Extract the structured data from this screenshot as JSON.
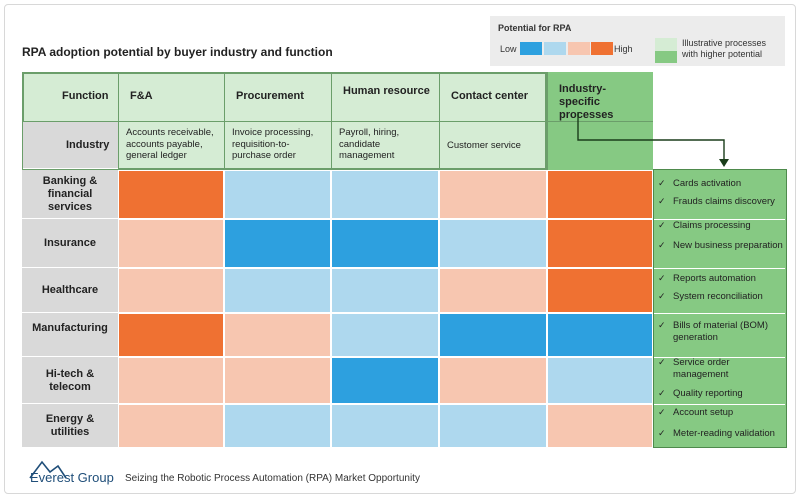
{
  "title": "RPA adoption potential by buyer industry and function",
  "legend": {
    "title": "Potential for RPA",
    "low": "Low",
    "high": "High",
    "scale_colors": [
      "#2da0df",
      "#aed8ee",
      "#f7c6b0",
      "#ef7132"
    ],
    "illustrative": "Illustrative processes with higher potential",
    "illustrative_colors": [
      "#d5ecd4",
      "#86c983"
    ]
  },
  "header": {
    "function_label": "Function",
    "industry_label": "Industry"
  },
  "chart_data": {
    "type": "heatmap",
    "title": "RPA adoption potential by buyer industry and function",
    "scale": [
      "low",
      "low-medium",
      "medium-high",
      "high"
    ],
    "functions": [
      {
        "name": "F&A",
        "examples": "Accounts receivable, accounts payable, general ledger"
      },
      {
        "name": "Procurement",
        "examples": "Invoice processing, requisition-to-purchase order"
      },
      {
        "name": "Human resource",
        "examples": "Payroll, hiring, candidate management"
      },
      {
        "name": "Contact center",
        "examples": "Customer service"
      },
      {
        "name": "Industry-specific processes",
        "examples": ""
      }
    ],
    "industries": [
      {
        "name": "Banking & financial services",
        "levels": [
          4,
          2,
          2,
          3,
          4
        ],
        "processes": [
          "Cards activation",
          "Frauds claims discovery"
        ]
      },
      {
        "name": "Insurance",
        "levels": [
          3,
          1,
          1,
          2,
          4
        ],
        "processes": [
          "Claims processing",
          "New business preparation"
        ]
      },
      {
        "name": "Healthcare",
        "levels": [
          3,
          2,
          2,
          3,
          4
        ],
        "processes": [
          "Reports automation",
          "System reconciliation"
        ]
      },
      {
        "name": "Manufacturing",
        "levels": [
          4,
          3,
          2,
          1,
          1
        ],
        "processes": [
          "Bills of material (BOM) generation"
        ]
      },
      {
        "name": "Hi-tech & telecom",
        "levels": [
          3,
          3,
          1,
          3,
          2
        ],
        "processes": [
          "Service order management",
          "Quality reporting"
        ]
      },
      {
        "name": "Energy & utilities",
        "levels": [
          3,
          2,
          2,
          2,
          3
        ],
        "processes": [
          "Account setup",
          "Meter-reading validation"
        ]
      }
    ]
  },
  "footer": {
    "brand": "Everest Group",
    "text": "Seizing the Robotic Process Automation (RPA) Market Opportunity"
  }
}
